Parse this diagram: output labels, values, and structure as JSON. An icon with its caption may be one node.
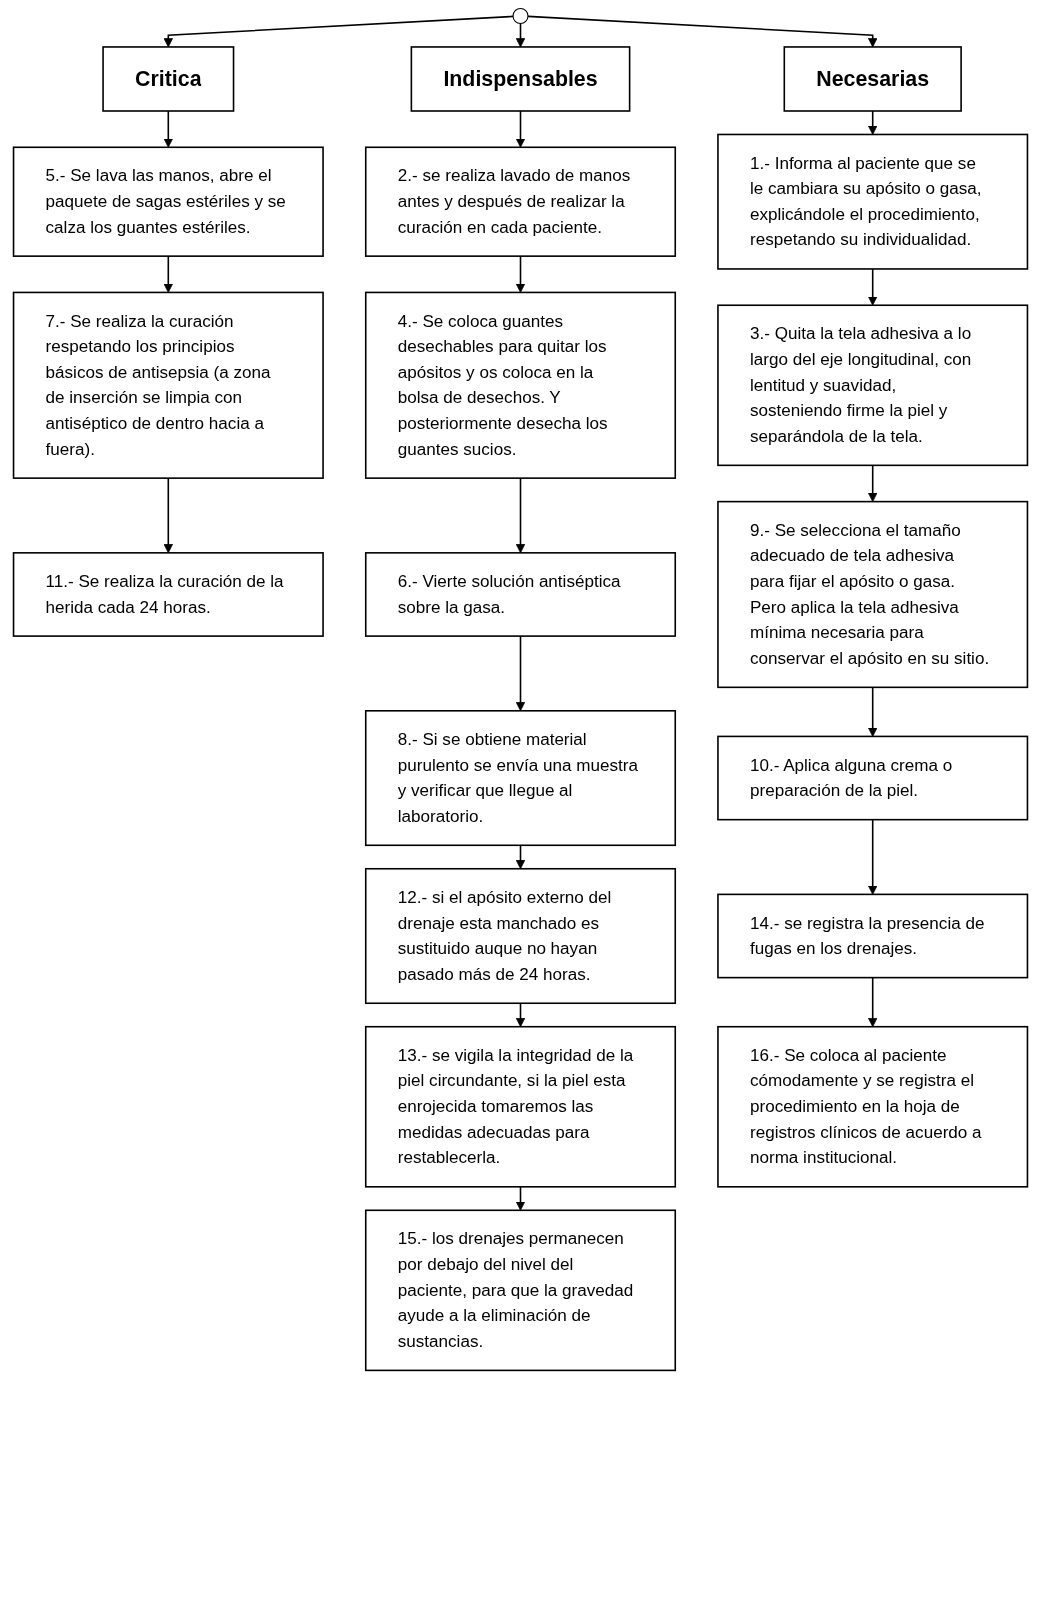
{
  "diagram": {
    "nodes": [
      {
        "text": [
          "Critica"
        ]
      },
      {
        "text": [
          "Indispensables"
        ]
      },
      {
        "text": [
          "Necesarias"
        ]
      },
      {
        "text": [
          "5.- Se lava las manos, abre el paquete de sagas estériles y se calza los guantes estériles."
        ]
      },
      {
        "text": [
          "7.- Se realiza la curación respetando los principios básicos de antisepsia (a zona de inserción se limpia con antiséptico de dentro hacia a fuera)."
        ]
      },
      {
        "text": [
          "11.- Se realiza la curación de la herida cada 24 horas."
        ]
      },
      {
        "text": [
          "2.- se realiza lavado de manos antes y después de realizar la curación en cada paciente."
        ]
      },
      {
        "text": [
          "4.- Se coloca guantes desechables para quitar los apósitos y os coloca en la bolsa de desechos. Y posteriormente desecha los guantes sucios."
        ]
      },
      {
        "text": [
          "6.- Vierte solución antiséptica sobre la gasa."
        ]
      },
      {
        "text": [
          "8.- Si se obtiene material purulento se envía una muestra y verificar que llegue al laboratorio."
        ]
      },
      {
        "text": [
          "12.- si el apósito externo del drenaje esta manchado es sustituido auque no hayan pasado más de 24 horas."
        ]
      },
      {
        "text": [
          "13.- se vigila la integridad de la piel circundante, si la piel esta enrojecida tomaremos las medidas adecuadas para restablecerla."
        ]
      },
      {
        "text": [
          "15.- los drenajes permanecen por debajo del nivel del paciente, para que la gravedad ayude a la eliminación de sustancias."
        ]
      },
      {
        "text": [
          "1.- Informa al paciente que se le cambiara su apósito o gasa, explicándole el procedimiento, respetando su individualidad."
        ]
      },
      {
        "text": [
          "3.- Quita la tela adhesiva a lo largo del eje longitudinal, con lentitud y suavidad, sosteniendo firme la piel y separándola de la tela."
        ]
      },
      {
        "text": [
          "9.- Se selecciona el tamaño adecuado de tela adhesiva para fijar el apósito o gasa. Pero aplica la tela adhesiva mínima necesaria para conservar el apósito en su sitio."
        ]
      },
      {
        "text": [
          "10.- Aplica alguna crema o preparación de la piel."
        ]
      },
      {
        "text": [
          "14.- se registra la presencia de fugas en los drenajes."
        ]
      },
      {
        "text": [
          "16.- Se coloca al paciente cómodamente y se registra el procedimiento en la hoja de registros clínicos de acuerdo a norma institucional."
        ]
      }
    ],
    "edges": [
      {
        "from": null,
        "to": 0,
        "arrow": "to"
      },
      {
        "from": null,
        "to": 1,
        "arrow": "to"
      },
      {
        "from": null,
        "to": 2,
        "arrow": "to"
      },
      {
        "from": 0,
        "to": 3,
        "arrow": "to"
      },
      {
        "from": 3,
        "to": 4,
        "arrow": "to"
      },
      {
        "from": 4,
        "to": 5,
        "arrow": "to"
      },
      {
        "from": 1,
        "to": 6,
        "arrow": "to"
      },
      {
        "from": 6,
        "to": 7,
        "arrow": "to"
      },
      {
        "from": 7,
        "to": 8,
        "arrow": "to"
      },
      {
        "from": 8,
        "to": 9,
        "arrow": "to"
      },
      {
        "from": 9,
        "to": 10,
        "arrow": "to"
      },
      {
        "from": 10,
        "to": 11,
        "arrow": "to"
      },
      {
        "from": 11,
        "to": 12,
        "arrow": "to"
      },
      {
        "from": 2,
        "to": 13,
        "arrow": "to"
      },
      {
        "from": 13,
        "to": 14,
        "arrow": "to"
      },
      {
        "from": 14,
        "to": 15,
        "arrow": "to"
      },
      {
        "from": 15,
        "to": 16,
        "arrow": "to"
      },
      {
        "from": 16,
        "to": 17,
        "arrow": "to"
      },
      {
        "from": 17,
        "to": 18,
        "arrow": "to"
      }
    ]
  }
}
